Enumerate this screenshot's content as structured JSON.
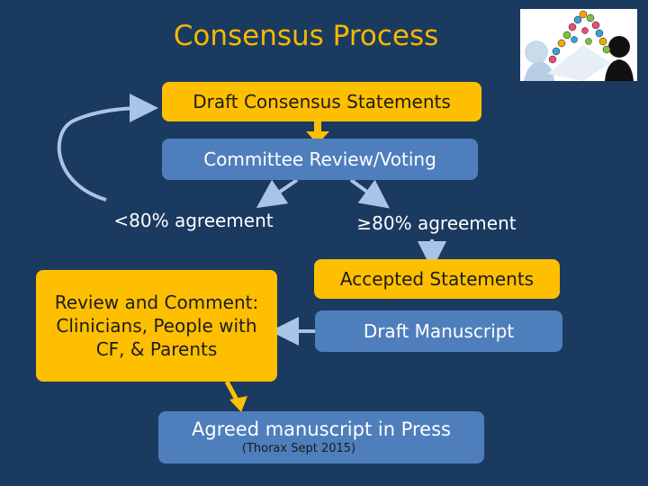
{
  "title": "Consensus Process",
  "boxes": {
    "draft_statements": "Draft Consensus Statements",
    "committee_review": "Committee Review/Voting",
    "review_comment": "Review and Comment: Clinicians, People with CF, & Parents",
    "accepted_statements": "Accepted Statements",
    "draft_manuscript": "Draft Manuscript",
    "agreed_manuscript": "Agreed manuscript in Press",
    "agreed_manuscript_note": "(Thorax Sept 2015)"
  },
  "labels": {
    "below_threshold": "<80% agreement",
    "above_threshold": "≥80% agreement"
  },
  "colors": {
    "background": "#1b3a60",
    "title": "#f5b800",
    "yellow_box": "#fdbf00",
    "blue_box": "#4e7fbc",
    "arrow_light_blue": "#a9c4e6"
  },
  "logo": {
    "icon": "consensus-people-logo"
  }
}
